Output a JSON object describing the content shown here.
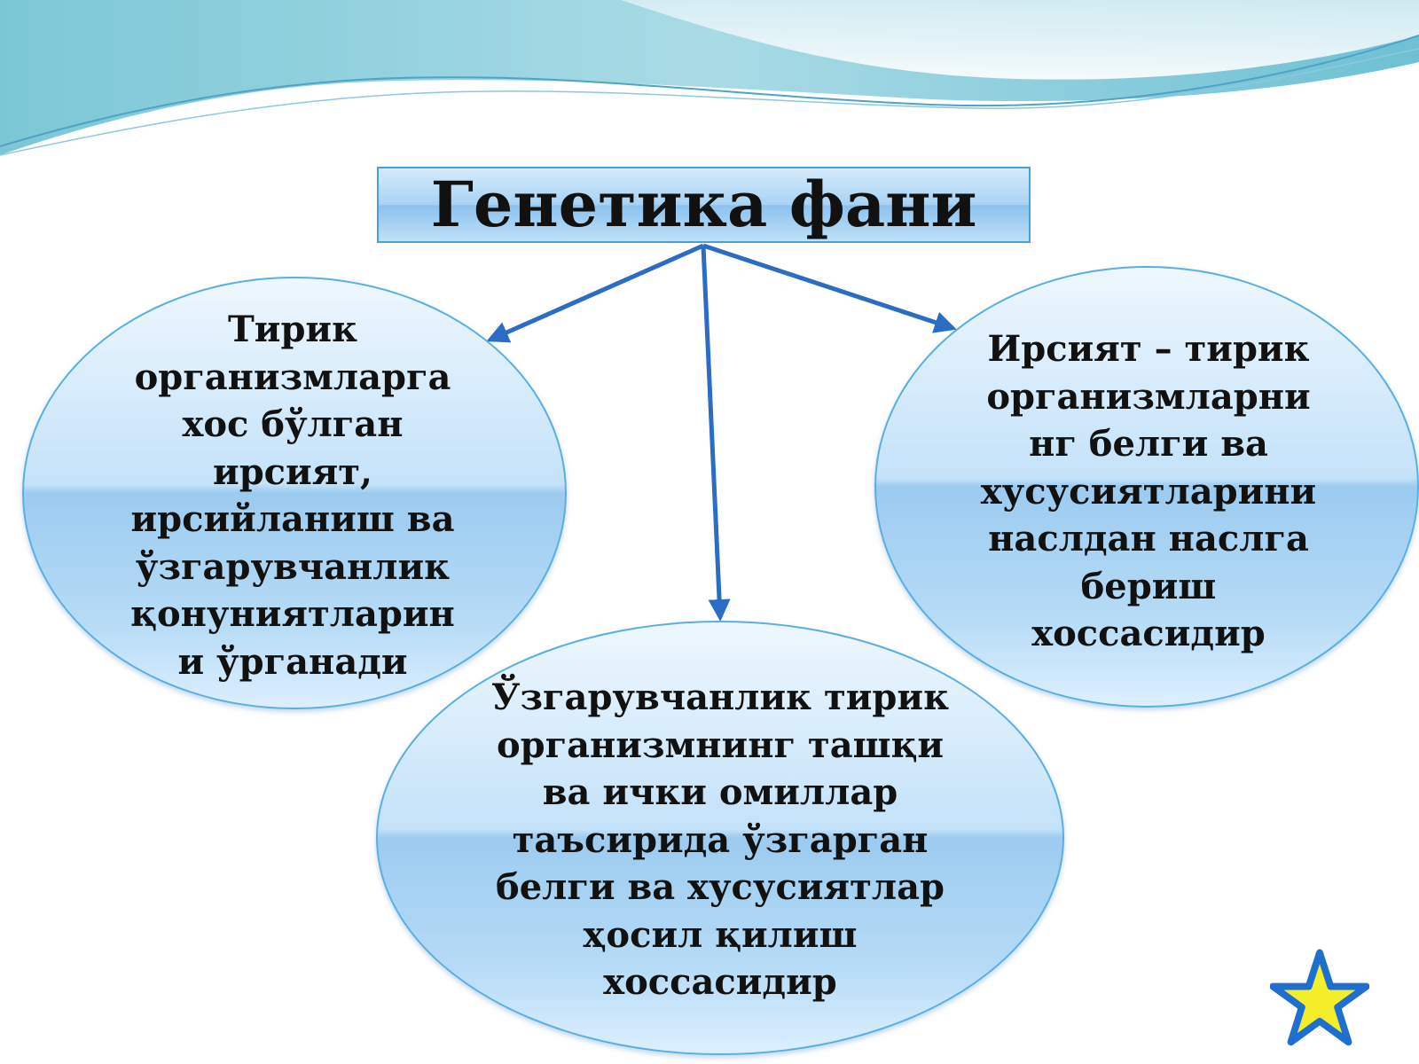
{
  "title": "Генетика фани",
  "nodes": {
    "left": "Тирик\nорганизмларга\nхос бўлган\nирсият,\nирсийланиш ва\nўзгарувчанлик\nқонуниятларин\nи ўрганади",
    "right": "Ирсият – тирик\nорганизмларни\nнг белги ва\nхусусиятларини\nнаслдан наслга\nбериш\nхоссасидир",
    "bottom": "Ўзгарувчанлик тирик\nорганизмнинг ташқи\nва ички омиллар\nтаъсирида ўзгарган\nбелги ва хусусиятлар\nҳосил қилиш\nхоссасидир"
  },
  "colors": {
    "arrow": "#2b6cc4",
    "node_border": "#5aaee4",
    "wave": "#7ec8dc",
    "star_fill": "#f5ee2a",
    "star_stroke": "#1f6fd1"
  }
}
